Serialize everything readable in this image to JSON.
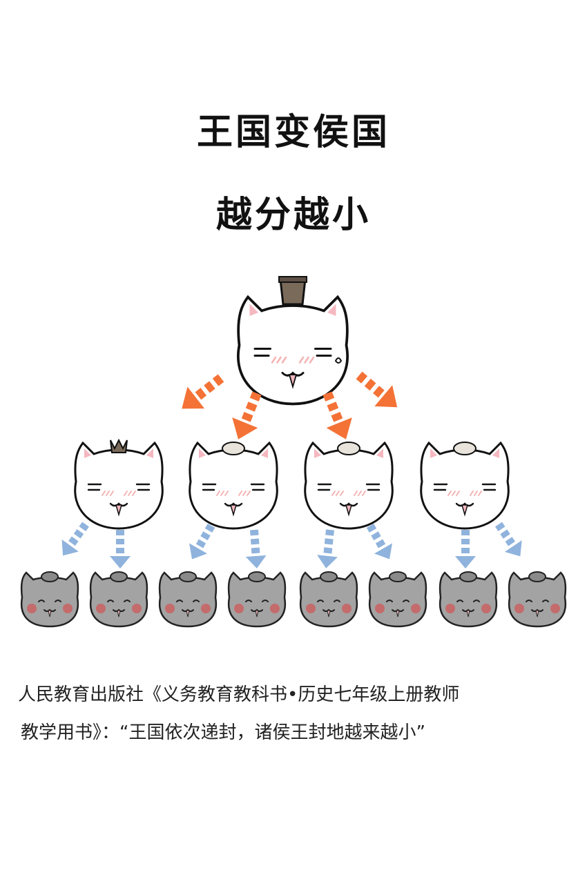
{
  "title_line1": "王国变侯国",
  "title_line2": "越分越小",
  "caption_line1": "人民教育出版社《义务教育教科书•历史七年级上册教师",
  "caption_line2": "教学用书》：“王国依次递封，诸侯王封地越来越小”",
  "colors": {
    "king_arrow": "#f47236",
    "prince_arrow": "#8fb3dc",
    "white_cat_fill": "#ffffff",
    "gray_cat_fill": "#a3a3a3",
    "cheek_pink": "#f5b3b3",
    "cheek_red": "#c46b6b",
    "hat": "#7a6a5a"
  },
  "icons": [
    "king-cat-icon",
    "prince-cat-icon",
    "marquis-cat-icon",
    "arrow-icon"
  ],
  "hierarchy": {
    "levels": 3,
    "top_count": 1,
    "middle_count": 4,
    "bottom_count": 8
  }
}
